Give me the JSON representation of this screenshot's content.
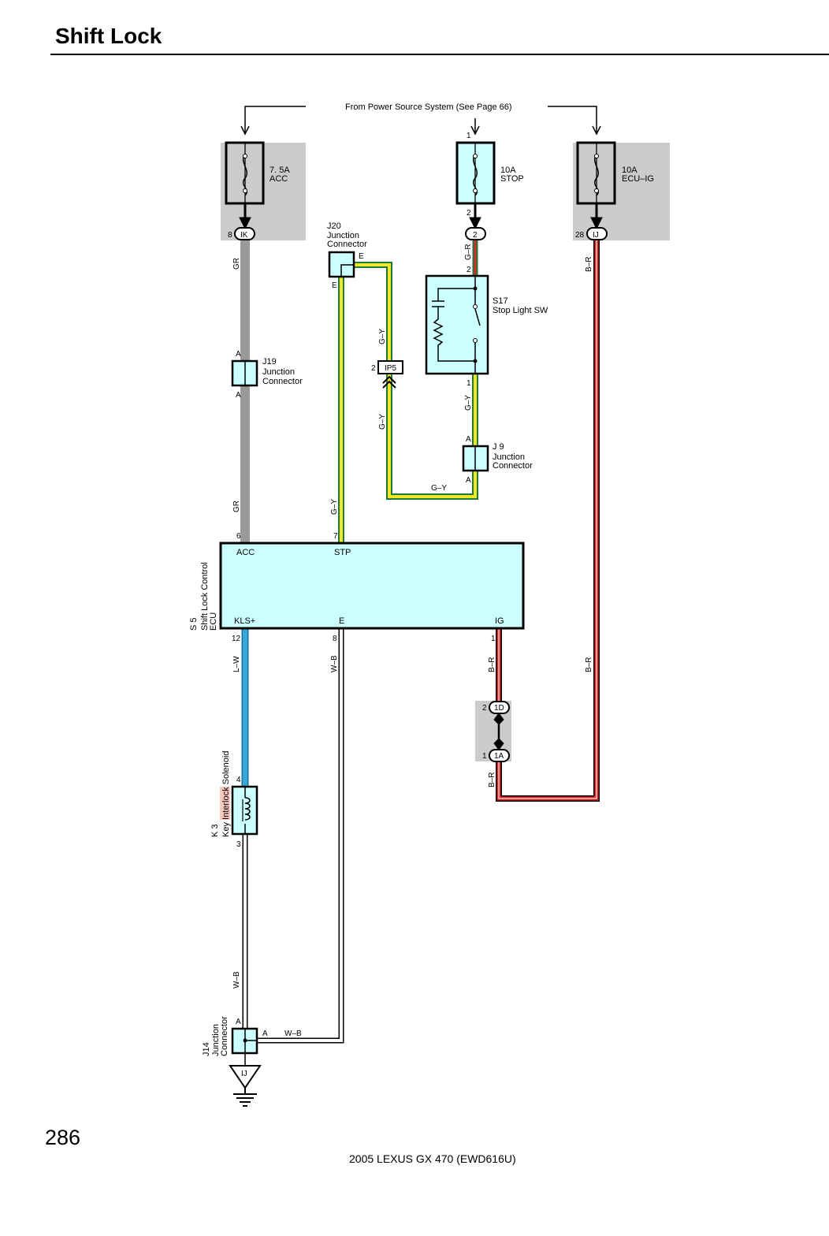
{
  "page": {
    "title": "Shift Lock",
    "page_number": "286",
    "footer": "2005 LEXUS GX 470 (EWD616U)"
  },
  "power_source": {
    "label": "From Power Source System (See Page 66)",
    "stop_pin_top": "1"
  },
  "fuses": {
    "acc": {
      "amp": "7. 5A",
      "name": "ACC"
    },
    "stop": {
      "amp": "10A",
      "name": "STOP",
      "pin_bottom": "2"
    },
    "ecu_ig": {
      "amp": "10A",
      "name": "ECU–IG"
    }
  },
  "connectors": {
    "ik": {
      "pin": "8",
      "name": "IK"
    },
    "c2": {
      "name": "2"
    },
    "ij_top": {
      "pin": "28",
      "name": "IJ"
    },
    "ip5": {
      "pin": "2",
      "name": "IP5"
    },
    "c1d": {
      "pin": "2",
      "name": "1D"
    },
    "c1a": {
      "pin": "1",
      "name": "1A"
    },
    "ground": {
      "name": "IJ"
    }
  },
  "junctions": {
    "j20": {
      "id": "J20",
      "line1": "Junction",
      "line2": "Connector",
      "pin_right": "E",
      "pin_bottom": "E"
    },
    "j19": {
      "id": "J19",
      "line1": "Junction",
      "line2": "Connector",
      "pin_top": "A",
      "pin_bottom": "A"
    },
    "j9": {
      "id": "J 9",
      "line1": "Junction",
      "line2": "Connector",
      "pin_top": "A",
      "pin_bottom": "A"
    },
    "j14": {
      "id": "J14",
      "line1": "Junction",
      "line2": "Connector",
      "pin_top": "A",
      "pin_right": "A"
    }
  },
  "switch": {
    "id": "S17",
    "name": "Stop Light SW",
    "pin_top": "2",
    "pin_bottom": "1"
  },
  "ecu": {
    "id": "S 5",
    "line1": "Shift Lock Control",
    "line2": "ECU",
    "terminals_top": [
      {
        "pin": "6",
        "name": "ACC"
      },
      {
        "pin": "7",
        "name": "STP"
      }
    ],
    "terminals_bottom": [
      {
        "pin": "12",
        "name": "KLS+"
      },
      {
        "pin": "8",
        "name": "E"
      },
      {
        "pin": "1",
        "name": "IG"
      }
    ]
  },
  "solenoid": {
    "id": "K 3",
    "name_pre": "Key ",
    "name_highlight": "Interlock",
    "name_post": " Solenoid",
    "pin_top": "4",
    "pin_bottom": "3"
  },
  "wire_labels": {
    "gr": "GR",
    "g_r": "G–R",
    "b_r": "B–R",
    "g_y": "G–Y",
    "l_w": "L–W",
    "w_b": "W–B"
  },
  "colors": {
    "gray_wire": "#999999",
    "green": "#1e7a3a",
    "yellow": "#f0e62a",
    "red": "#d42a2a",
    "blue": "#38a8d8",
    "box_fill": "#ccffff",
    "shade": "#cccacc",
    "highlight": "#f8c8c0"
  }
}
